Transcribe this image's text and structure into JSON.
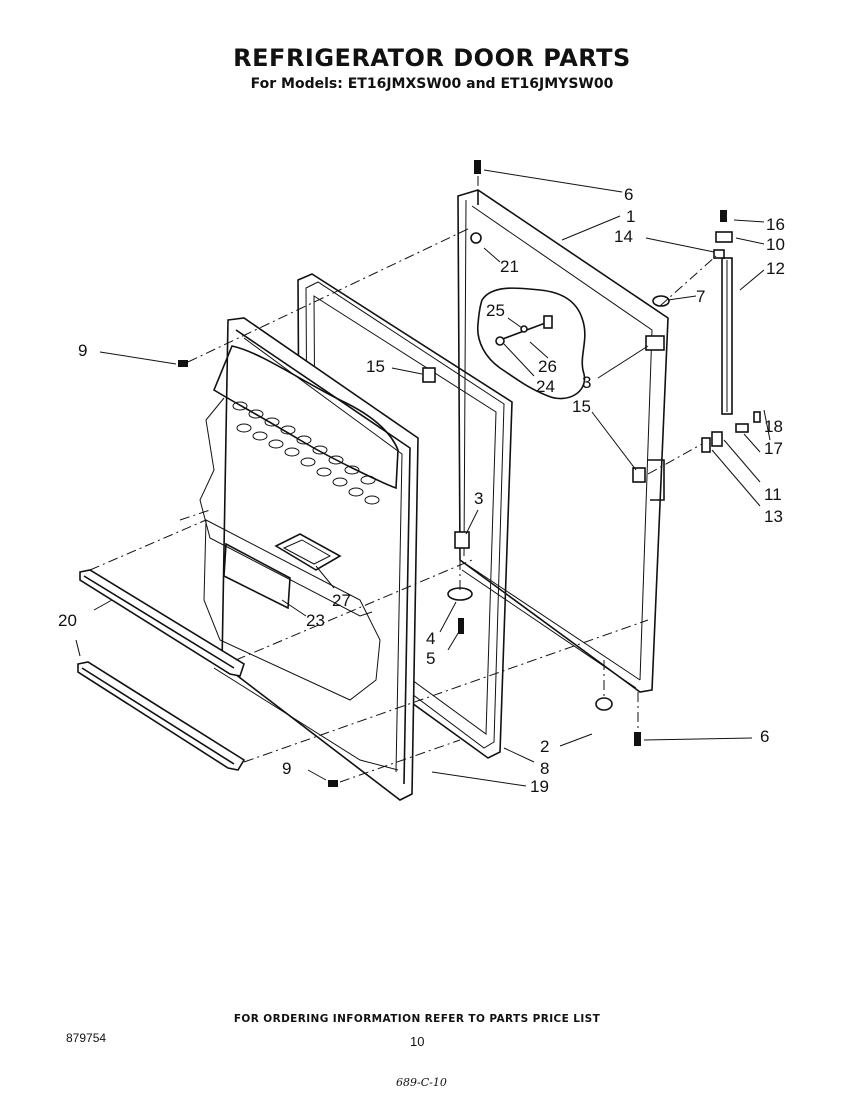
{
  "header": {
    "title": "REFRIGERATOR DOOR PARTS",
    "subtitle": "For Models: ET16JMXSW00 and ET16JMYSW00"
  },
  "callouts": {
    "c1": "1",
    "c2": "2",
    "c3a": "3",
    "c3b": "3",
    "c4": "4",
    "c5": "5",
    "c6a": "6",
    "c6b": "6",
    "c7": "7",
    "c8": "8",
    "c9a": "9",
    "c9b": "9",
    "c10": "10",
    "c11": "11",
    "c12": "12",
    "c13": "13",
    "c14": "14",
    "c15a": "15",
    "c15b": "15",
    "c16": "16",
    "c17": "17",
    "c18": "18",
    "c19": "19",
    "c20": "20",
    "c21": "21",
    "c23": "23",
    "c24": "24",
    "c25": "25",
    "c26": "26",
    "c27": "27"
  },
  "footer": {
    "order_note": "FOR ORDERING INFORMATION REFER TO PARTS PRICE LIST",
    "doc_number": "879754",
    "page_number": "10",
    "handwritten": "689-C-10"
  }
}
